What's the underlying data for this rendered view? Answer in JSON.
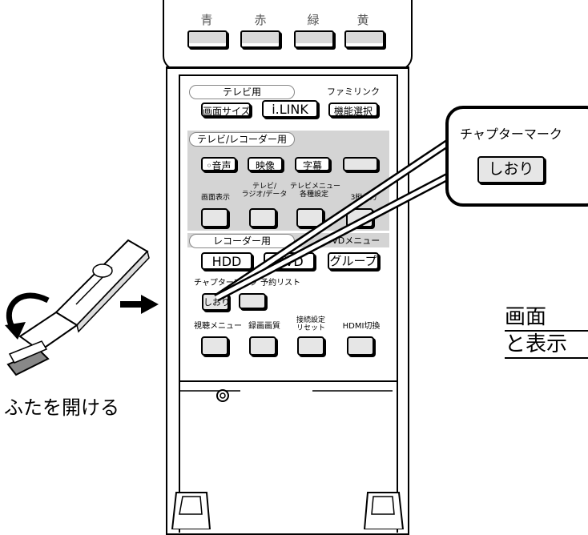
{
  "remote": {
    "color_keys": [
      "青",
      "赤",
      "緑",
      "黄"
    ],
    "tv_section": {
      "title": "テレビ用",
      "famlink_label": "ファミリンク",
      "buttons": [
        "画面サイズ",
        "i.LINK",
        "機能選択"
      ]
    },
    "tv_recorder_section": {
      "title": "テレビ/レコーダー用",
      "row1": [
        "◦音声",
        "映像",
        "字幕",
        ""
      ],
      "row2_labels": [
        "画面表示",
        "テレビ/\nラジオ/データ",
        "テレビメニュー\n各種設定",
        "3桁入力"
      ]
    },
    "recorder_section": {
      "title": "レコーダー用",
      "dvd_menu_label": "DVDメニュー",
      "buttons": [
        "HDD",
        "DVD",
        "グループ"
      ],
      "chapter_label": "チャプターマーク 予約リスト",
      "shiori": "しおり",
      "row_labels": [
        "視聴メニュー",
        "録画画質",
        "接続設定\nリセット",
        "HDMI切換"
      ]
    }
  },
  "callout": {
    "label": "チャプターマーク",
    "button": "しおり"
  },
  "instruction": {
    "text": "ふたを開ける"
  },
  "side_text": {
    "line1": "画面",
    "line2": "と表示"
  }
}
